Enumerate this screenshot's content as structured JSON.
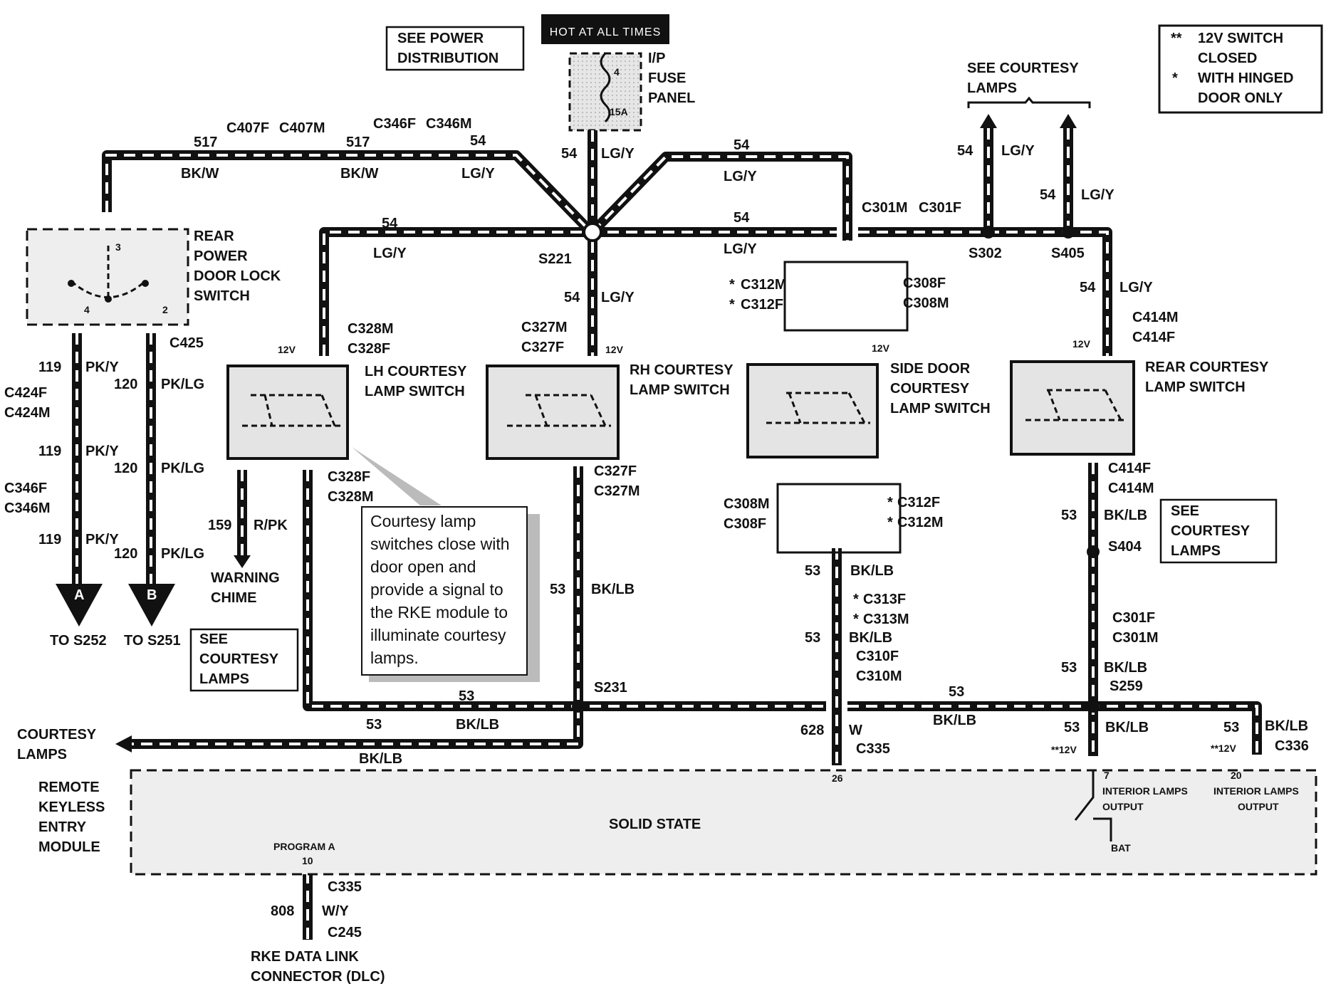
{
  "header": {
    "hot": "HOT AT ALL TIMES"
  },
  "power_ref": {
    "line1": "SEE POWER",
    "line2": "DISTRIBUTION"
  },
  "fuse_panel": {
    "line1": "I/P",
    "line2": "FUSE",
    "line3": "PANEL",
    "fuse_no": "4",
    "rating": "15A"
  },
  "legend": {
    "dbl": "**",
    "dbl_text": "12V SWITCH",
    "closed": "CLOSED",
    "single": "*",
    "single_text1": "WITH HINGED",
    "single_text2": "DOOR ONLY"
  },
  "courtesy_top": {
    "line1": "SEE COURTESY",
    "line2": "LAMPS"
  },
  "wires": {
    "c517": "517",
    "bkw": "BK/W",
    "c54": "54",
    "lgy": "LG/Y",
    "c119": "119",
    "pky": "PK/Y",
    "c120": "120",
    "pklg": "PK/LG",
    "c159": "159",
    "rpk": "R/PK",
    "c53": "53",
    "bklb": "BK/LB",
    "c628": "628",
    "w": "W",
    "c808": "808",
    "wy": "W/Y"
  },
  "connectors": {
    "c407f": "C407F",
    "c407m": "C407M",
    "c346f": "C346F",
    "c346m": "C346M",
    "c301m": "C301M",
    "c301f": "C301F",
    "c425": "C425",
    "c424f": "C424F",
    "c424m": "C424M",
    "c328m": "C328M",
    "c328f": "C328F",
    "c327m": "C327M",
    "c327f": "C327F",
    "c312m": "C312M",
    "c312f": "C312F",
    "c308f": "C308F",
    "c308m": "C308M",
    "c414m": "C414M",
    "c414f": "C414F",
    "c313f": "C313F",
    "c313m": "C313M",
    "c310f": "C310F",
    "c310m": "C310M",
    "c335": "C335",
    "c336": "C336",
    "c245": "C245",
    "star": "*"
  },
  "splices": {
    "s221": "S221",
    "s302": "S302",
    "s405": "S405",
    "s231": "S231",
    "s404": "S404",
    "s259": "S259"
  },
  "switches": {
    "rear_power": {
      "l1": "REAR",
      "l2": "POWER",
      "l3": "DOOR LOCK",
      "l4": "SWITCH",
      "p3": "3",
      "p4": "4",
      "p2": "2"
    },
    "lh": {
      "l1": "LH COURTESY",
      "l2": "LAMP SWITCH"
    },
    "rh": {
      "l1": "RH COURTESY",
      "l2": "LAMP SWITCH"
    },
    "side": {
      "l1": "SIDE DOOR",
      "l2": "COURTESY",
      "l3": "LAMP SWITCH"
    },
    "rear": {
      "l1": "REAR COURTESY",
      "l2": "LAMP SWITCH"
    },
    "v12": "12V"
  },
  "targets": {
    "a": "A",
    "b": "B",
    "to_s252": "TO S252",
    "to_s251": "TO S251",
    "chime1": "WARNING",
    "chime2": "CHIME",
    "see1": "SEE",
    "see2": "COURTESY",
    "see3": "LAMPS",
    "courtesy1": "COURTESY",
    "courtesy2": "LAMPS"
  },
  "note": {
    "l1": "Courtesy lamp",
    "l2": "switches close with",
    "l3": "door open and",
    "l4": "provide a signal to",
    "l5": "the RKE module to",
    "l6": "illuminate courtesy",
    "l7": "lamps."
  },
  "module": {
    "l1": "REMOTE",
    "l2": "KEYLESS",
    "l3": "ENTRY",
    "l4": "MODULE",
    "solid": "SOLID STATE",
    "program": "PROGRAM A",
    "pin10": "10",
    "pin26": "26",
    "pin7": "7",
    "pin20": "20",
    "out1a": "INTERIOR LAMPS",
    "out1b": "OUTPUT",
    "out2a": "INTERIOR LAMPS",
    "out2b": "OUTPUT",
    "bat": "BAT",
    "v12s": "**12V"
  },
  "dlc": {
    "l1": "RKE DATA LINK",
    "l2": "CONNECTOR (DLC)"
  }
}
